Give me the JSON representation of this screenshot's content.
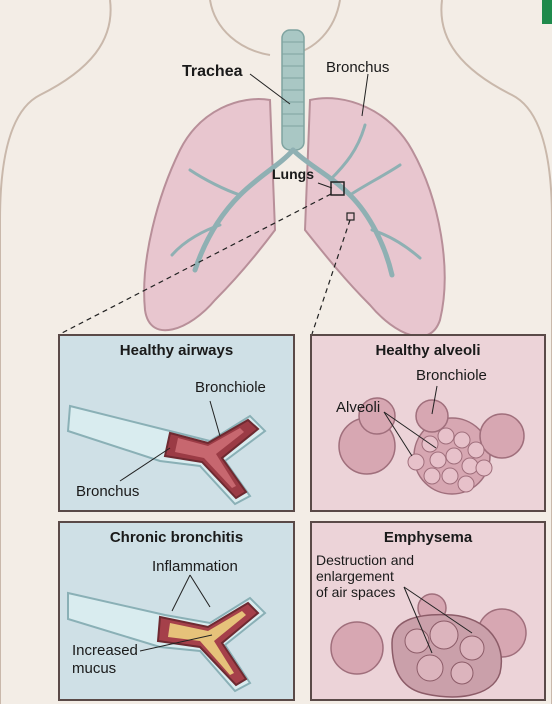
{
  "labels": {
    "trachea": "Trachea",
    "bronchus_top": "Bronchus",
    "lungs": "Lungs"
  },
  "panels": {
    "healthy_airways": {
      "title": "Healthy airways",
      "bronchiole": "Bronchiole",
      "bronchus": "Bronchus"
    },
    "healthy_alveoli": {
      "title": "Healthy alveoli",
      "bronchiole": "Bronchiole",
      "alveoli": "Alveoli"
    },
    "chronic_bronchitis": {
      "title": "Chronic bronchitis",
      "inflammation": "Inflammation",
      "increased_mucus_line1": "Increased",
      "increased_mucus_line2": "mucus"
    },
    "emphysema": {
      "title": "Emphysema",
      "destruction_line1": "Destruction and",
      "destruction_line2": "enlargement",
      "destruction_line3": "of air spaces"
    }
  },
  "colors": {
    "background": "#f3ede6",
    "lung": "#e8c6cf",
    "airway_panel": "#cfe0e6",
    "alveoli_panel": "#ecd3d8",
    "airway_tissue": "#9b3b45",
    "mucus": "#e6c27a",
    "accent_tab": "#1f8a4c"
  }
}
